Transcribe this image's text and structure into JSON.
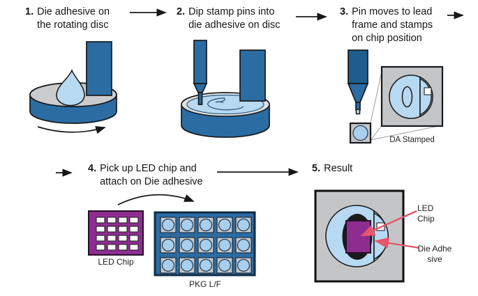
{
  "colors": {
    "dark_blue": "#2b6ca3",
    "darker_blue": "#1e5d8d",
    "light_blue": "#b8d9f2",
    "disc_top_gray": "#c9cbcd",
    "panel_gray": "#c3c5c7",
    "pkg_cell_gray": "#c6c8ca",
    "purple": "#8e2d90",
    "die_adhesive_dark": "#1b1b1b",
    "red_arrow": "#e8566a",
    "text": "#161616"
  },
  "steps": [
    {
      "num": "1.",
      "lines": [
        "Die adhesive on",
        "the rotating disc"
      ]
    },
    {
      "num": "2.",
      "lines": [
        "Dip stamp pins into",
        "die adhesive on disc"
      ]
    },
    {
      "num": "3.",
      "lines": [
        "Pin moves to lead",
        "frame and stamps",
        "on chip position"
      ]
    },
    {
      "num": "4.",
      "lines": [
        "Pick up LED chip and",
        "attach on Die adhesive"
      ]
    },
    {
      "num": "5.",
      "lines": [
        "Result"
      ]
    }
  ],
  "labels": {
    "da_stamped": "DA Stamped",
    "led_chip": "LED Chip",
    "pkg_lf": "PKG L/F",
    "result_led_chip": [
      "LED",
      "Chip"
    ],
    "result_die_adhesive": [
      "Die Adhe",
      "sive"
    ]
  }
}
